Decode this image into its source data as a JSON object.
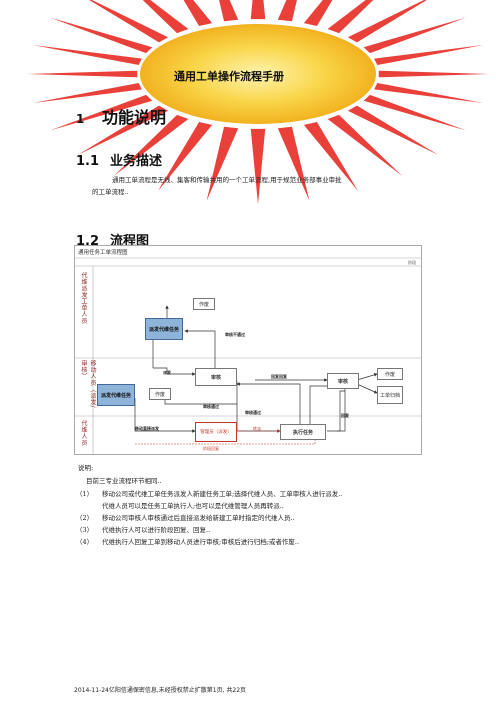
{
  "header": {
    "dot": ".",
    "doc_title": "通用工单操作流程手册"
  },
  "section1": {
    "num": "1",
    "title": "功能说明"
  },
  "section11": {
    "num": "1.1",
    "title": "业务描述",
    "para_line1": "通用工单流程是无线、集客和传输共用的一个工单流程,用于规范业务部事业审批",
    "para_line2": "的工单流程.."
  },
  "section12": {
    "num": "1.2",
    "title": "流程图"
  },
  "flowchart": {
    "title": "通用任务工单流程图",
    "lanes": [
      "代维派发工单人员",
      "移动人员（派发/审核）",
      "代维人员"
    ],
    "corner_tag": "阶段",
    "boxes": {
      "void_top": "作废",
      "dispatch_task": "派发代维任务",
      "review_mid": "审核",
      "mobile_dispatch": "派发代维任务",
      "void_mid": "作废",
      "review_right": "审核",
      "void_right": "作废",
      "archive_right": "工单归档",
      "manage_dispatch": "管理员（派发）",
      "execute": "执行任务"
    },
    "flow_labels": {
      "review_fail": "审核不通过",
      "dispatch": "派发",
      "review_pass": "审核通过",
      "return_reply": "回复回复",
      "review_pass2": "审核通过",
      "reply": "回复",
      "mobile_direct": "移动直接派发",
      "transfer": "转派",
      "phase_reply": "阶段回复"
    }
  },
  "notes": {
    "label": "说明:",
    "intro": "目前三专业流程环节相同..",
    "items": [
      {
        "num": "（1）",
        "line1": "移动公司或代维工单任务派发人新建任务工单;选择代维人员、工单审核人进行派发..",
        "line2": "代维人员可以是任务工单执行人;也可以是代维管理人员再转派.."
      },
      {
        "num": "（2）",
        "line1": "移动公司审核人审核通过后直接派发给新建工单时指定的代维人员..",
        "line2": ""
      },
      {
        "num": "（3）",
        "line1": "代维执行人可以进行阶段回复、回复..",
        "line2": ""
      },
      {
        "num": "（4）",
        "line1": "代维执行人回复工单到移动人员进行审核;审核后进行归档;或者作废..",
        "line2": ""
      }
    ]
  },
  "footer": {
    "text": "2014-11-24亿阳信通保密信息,未经授权禁止扩散第1页, 共22页"
  },
  "colors": {
    "sun_red": "#e8302a",
    "sun_yellow": "#f7d23e",
    "lane_text": "#8a1c1c",
    "box_blue": "#8fb4d9"
  }
}
